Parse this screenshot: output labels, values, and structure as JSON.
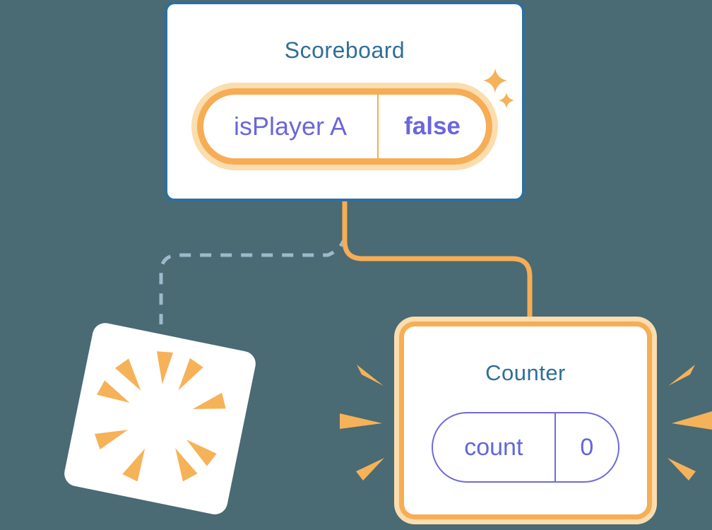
{
  "background_color": "#4a6a74",
  "colors": {
    "card_background": "#ffffff",
    "scoreboard_border_blue": "#2e6f9e",
    "title_teal": "#2f6f96",
    "accent_orange": "#f6ad55",
    "orange_glow": "#fbddae",
    "state_purple": "#6b66dc",
    "dashed_line_blue": "#9dbacd",
    "burst_orange": "#f6b258"
  },
  "scoreboard": {
    "title": "Scoreboard",
    "state_pill": {
      "key": "isPlayer A",
      "value": "false"
    },
    "decoration_icon": "sparkles"
  },
  "counter": {
    "title": "Counter",
    "state_pill": {
      "key": "count",
      "value": "0"
    },
    "decoration_icon": "emphasis-bursts"
  },
  "destroyed_component": {
    "decoration_icon": "poof-burst"
  },
  "connectors": {
    "kept_branch_style": "solid-orange",
    "removed_branch_style": "dashed-blue"
  }
}
